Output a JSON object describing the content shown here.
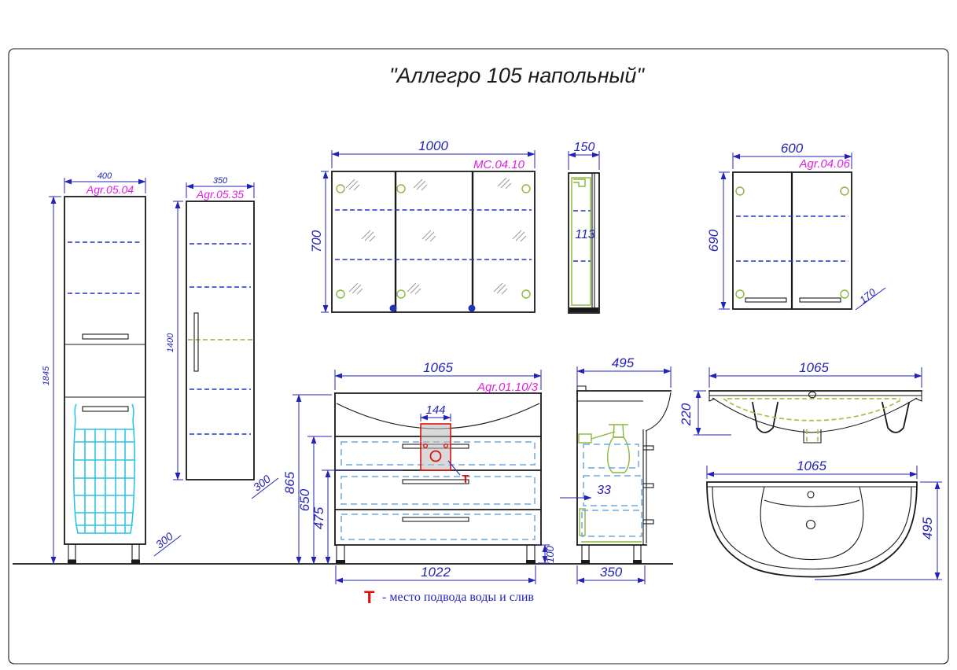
{
  "title": "\"Аллегро 105 напольный\"",
  "legend": {
    "symbol": "Т",
    "text": "- место подвода воды и слив"
  },
  "colors": {
    "dimension": "#2323b8",
    "label": "#e020e0",
    "shelf_dash": "#2333cc",
    "drawer_dash": "#6fa8dc",
    "basket": "#2fc4e6",
    "fitting_green": "#8ab73c",
    "marker_red": "#dd1111"
  },
  "cabinets": {
    "tall": {
      "code": "Agr.05.04",
      "width": "400",
      "height": "1845",
      "depth": "300"
    },
    "column": {
      "code": "Agr.05.35",
      "width": "350",
      "height": "1400",
      "depth": "300"
    },
    "mirror": {
      "code": "MC.04.10",
      "width": "1000",
      "height": "700",
      "side_depth": "150",
      "inner_depth": "113"
    },
    "wall": {
      "code": "Agr.04.06",
      "width": "600",
      "height": "690",
      "depth": "170"
    },
    "vanity": {
      "code": "Agr.01.10/3",
      "width": "1065",
      "total_height": "865",
      "drawer_height": "650",
      "lower_height": "475",
      "base_width": "1022",
      "leg_height": "100",
      "cutout_width": "144",
      "side_depth": "495",
      "base_depth": "350",
      "wall_gap": "33"
    },
    "sink": {
      "width": "1065",
      "profile_height": "220",
      "depth": "495"
    }
  }
}
